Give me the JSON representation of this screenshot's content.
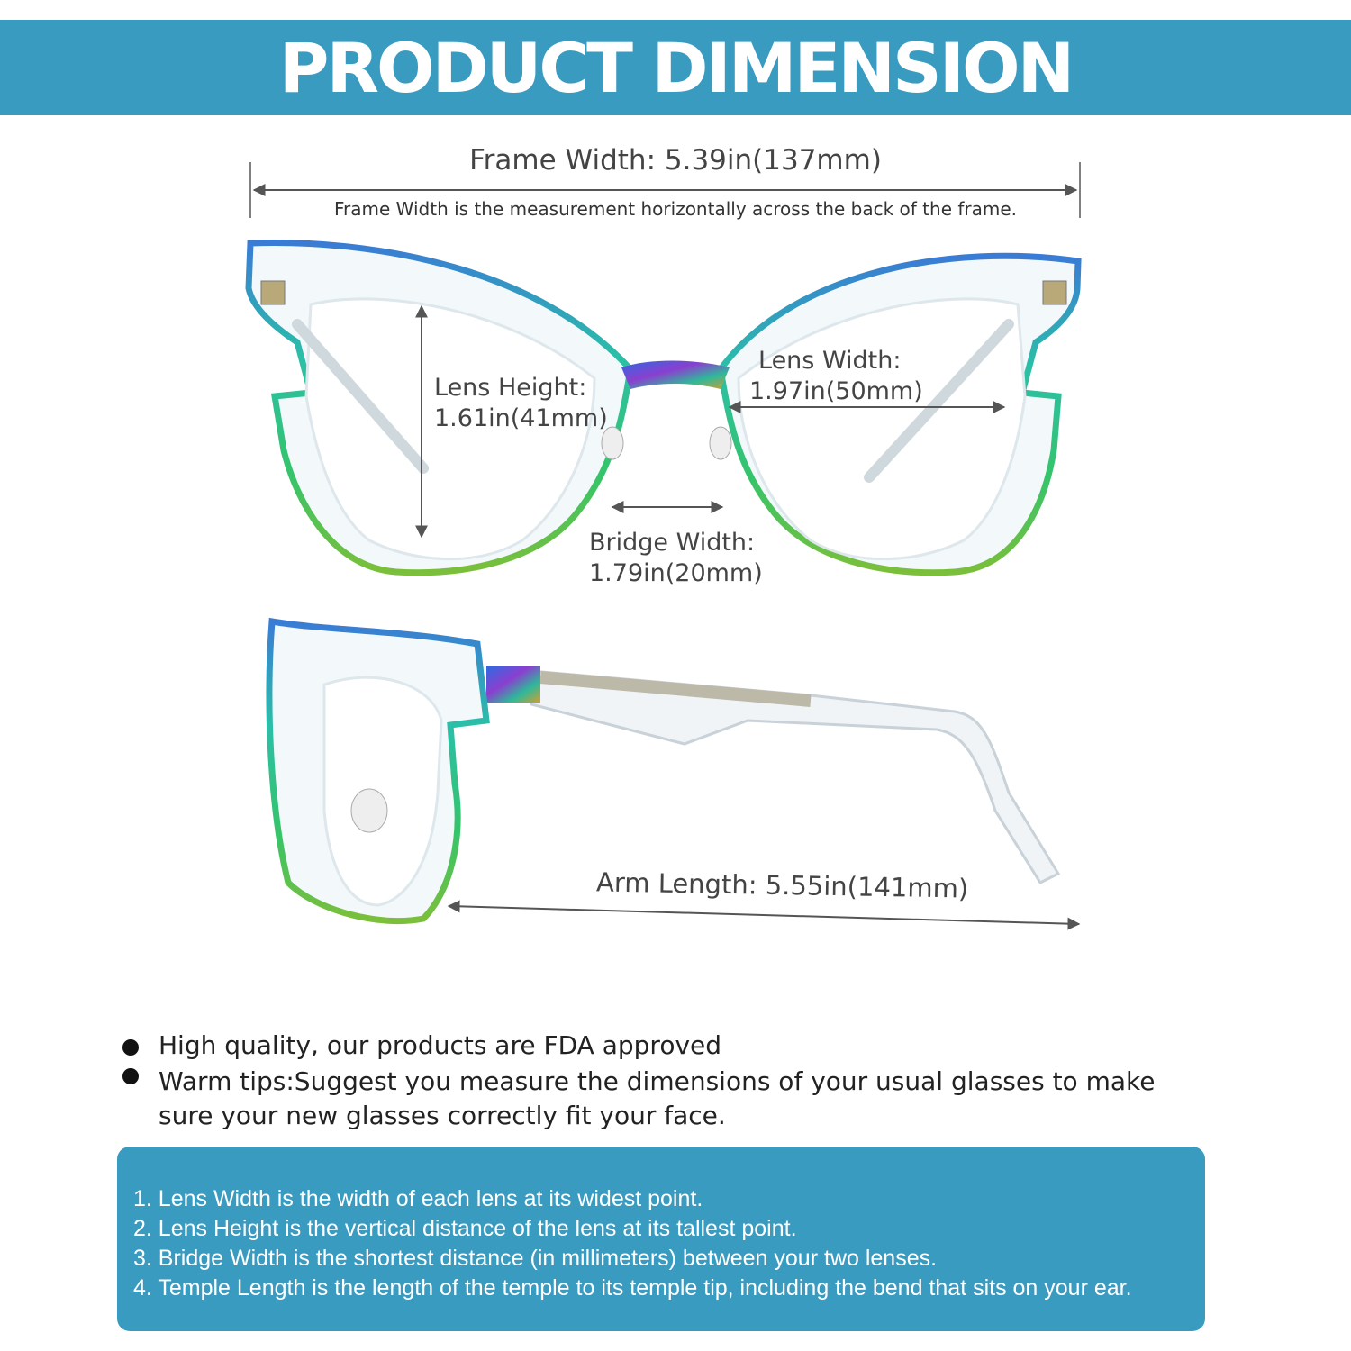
{
  "header": {
    "title": "PRODUCT DIMENSION"
  },
  "frame_width": {
    "label": "Frame Width: 5.39in(137mm)",
    "description": "Frame Width is the measurement horizontally across the back of the frame."
  },
  "lens_height": {
    "line1": "Lens Height:",
    "line2": "1.61in(41mm)"
  },
  "lens_width": {
    "line1": "Lens Width:",
    "line2": "1.97in(50mm)"
  },
  "bridge_width": {
    "line1": "Bridge Width:",
    "line2": "1.79in(20mm)"
  },
  "arm_length": {
    "label": "Arm Length: 5.55in(141mm)"
  },
  "bullets": [
    "High quality, our products are FDA approved",
    "Warm tips:Suggest you measure the dimensions of your usual glasses to make sure your new glasses correctly fit your face."
  ],
  "definitions": [
    "1. Lens Width is the width of each lens at its widest point.",
    "2. Lens Height is the vertical distance of the lens at its tallest point.",
    "3. Bridge Width is the shortest distance (in millimeters) between your two lenses.",
    "4. Temple Length is the length of the temple to its temple tip, including the bend that sits on your ear."
  ],
  "colors": {
    "accent": "#3a9bc1",
    "frame_rim": "#2fb89a",
    "frame_iridescent": "#6a4fd0"
  }
}
